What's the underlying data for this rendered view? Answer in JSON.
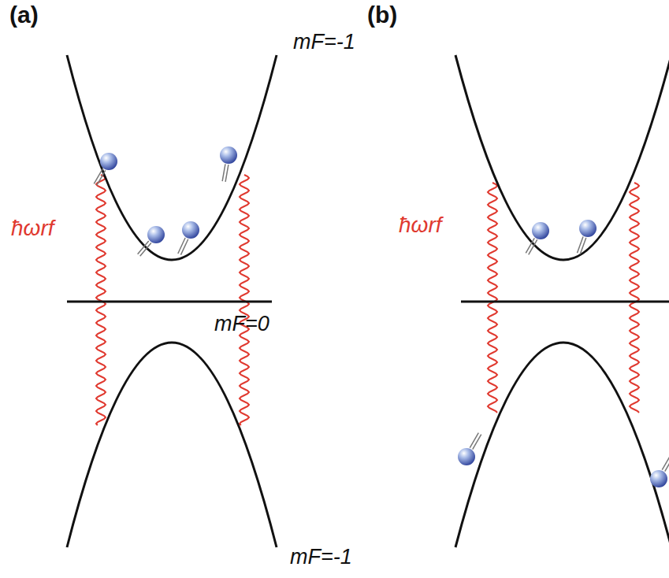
{
  "diagram": {
    "labels": [
      "(a)",
      "(b)",
      "mF=-1",
      "mF=0",
      "mF=-1",
      "ħωrf",
      "ħωrf"
    ]
  }
}
